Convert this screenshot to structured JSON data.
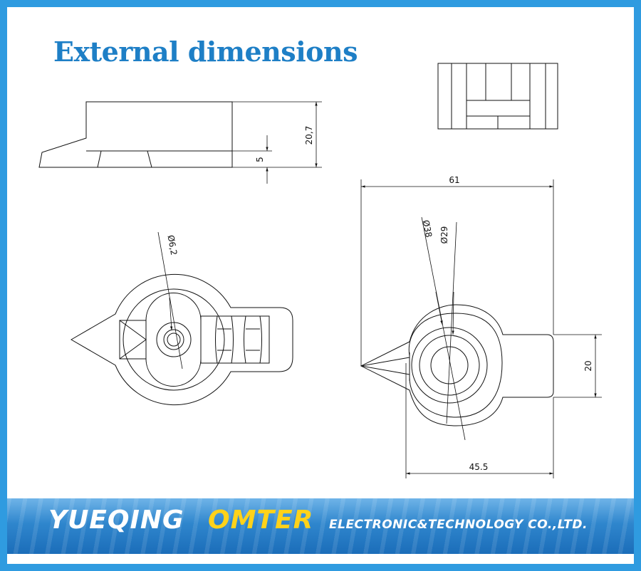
{
  "page": {
    "title": "External dimensions"
  },
  "colors": {
    "frame": "#2f9be0",
    "title": "#1e7fc6",
    "banner": "#2f86cd",
    "brand_accent": "#ffd21a",
    "lines": "#111111"
  },
  "drawing": {
    "side_view": {
      "dim_height": "20,7",
      "dim_step": "5"
    },
    "top_view": {
      "dim_bore": "Ø6,2"
    },
    "bottom_view": {
      "dim_length": "61",
      "dim_outer": "Ø38",
      "dim_inner": "Ø29",
      "dim_width": "20",
      "dim_body": "45.5"
    }
  },
  "banner": {
    "brand_primary": "YUEQING",
    "brand_secondary": "OMTER",
    "tagline": "ELECTRONIC&TECHNOLOGY  CO.,LTD."
  }
}
